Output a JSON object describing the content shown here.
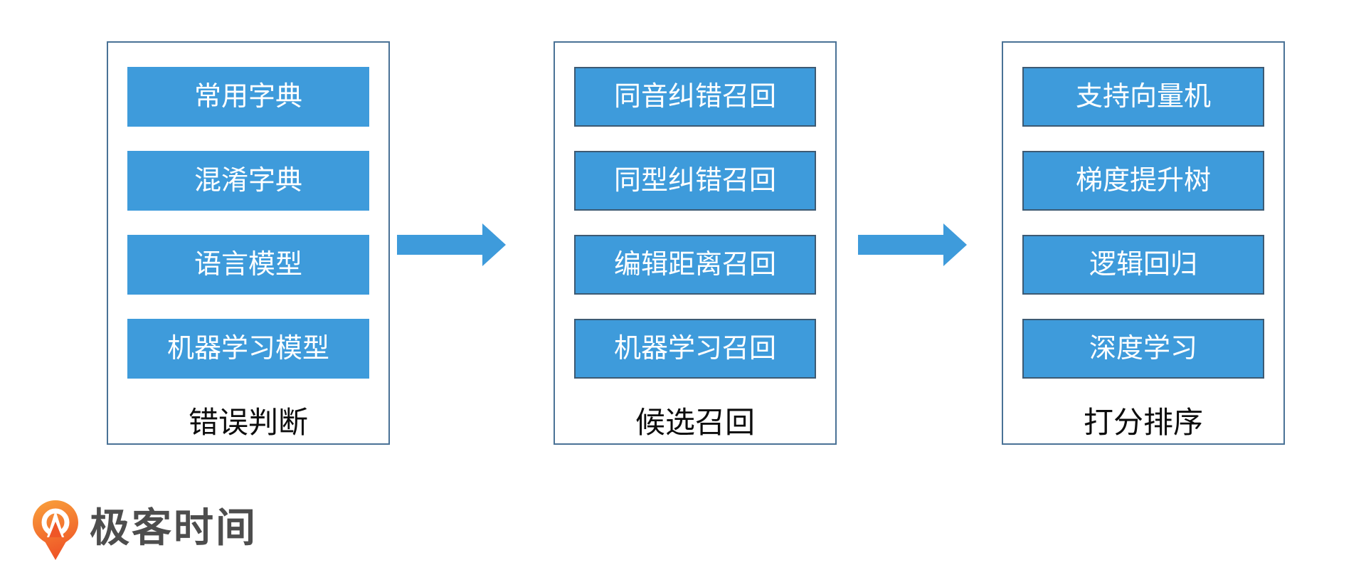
{
  "diagram": {
    "columns": [
      {
        "label": "错误判断",
        "boxes": [
          "常用字典",
          "混淆字典",
          "语言模型",
          "机器学习模型"
        ]
      },
      {
        "label": "候选召回",
        "boxes": [
          "同音纠错召回",
          "同型纠错召回",
          "编辑距离召回",
          "机器学习召回"
        ]
      },
      {
        "label": "打分排序",
        "boxes": [
          "支持向量机",
          "梯度提升树",
          "逻辑回归",
          "深度学习"
        ]
      }
    ],
    "colors": {
      "box_fill": "#3e9bdb",
      "outer_border": "#4a7296",
      "inner_border": "#3d5a73",
      "arrow": "#3e9bdb",
      "label_text": "#0d0d0d",
      "box_text": "#ffffff"
    }
  },
  "logo": {
    "text": "极客时间",
    "icon": "geektime-pin-icon",
    "icon_color_top": "#f9a13c",
    "icon_color_bottom": "#ef5627",
    "text_color": "#4d4d4d"
  }
}
